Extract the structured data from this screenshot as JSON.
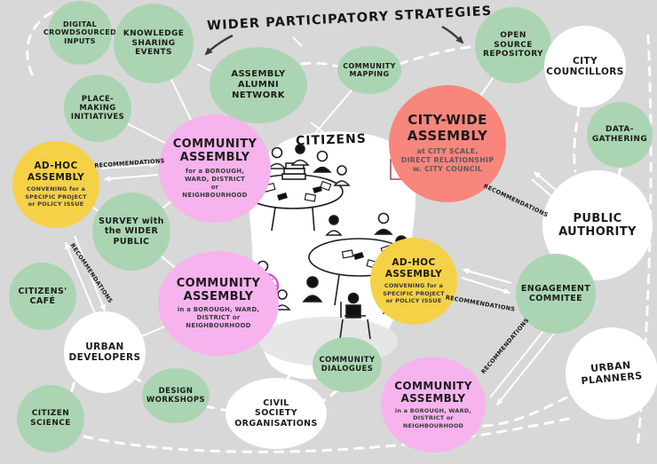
{
  "title": "WIDER PARTICIPATORY STRATEGIES",
  "center_label": "CITIZENS",
  "recommendations_label": "RECOMMENDATIONS",
  "colors": {
    "background": "#d8d8d8",
    "green_circle": "#abd5b2",
    "pink_circle": "#f6b3ee",
    "yellow_circle": "#f5d147",
    "red_circle": "#f8867c",
    "white_circle": "#ffffff",
    "ink": "#1b1b1b"
  },
  "nodes": [
    {
      "id": "digital-crowdsourced-inputs",
      "label": "DIGITAL\nCROWDSOURCED\nINPUTS"
    },
    {
      "id": "knowledge-sharing-events",
      "label": "KNOWLEDGE\nSHARING\nEVENTS"
    },
    {
      "id": "assembly-alumni-network",
      "label": "ASSEMBLY\nALUMNI\nNETWORK"
    },
    {
      "id": "place-making-initiatives",
      "label": "PLACE-\nMAKING\nINITIATIVES"
    },
    {
      "id": "community-mapping",
      "label": "COMMUNITY\nMAPPING"
    },
    {
      "id": "open-source-repository",
      "label": "OPEN\nSOURCE\nREPOSITORY"
    },
    {
      "id": "city-councillors",
      "label": "CITY\nCOUNCILLORS"
    },
    {
      "id": "data-gathering",
      "label": "DATA-\nGATHERING"
    },
    {
      "id": "ad-hoc-assembly-left",
      "label": "AD-HOC\nASSEMBLY",
      "sub": "CONVENING for a\nSPECIFIC PROJECT\nor POLICY ISSUE"
    },
    {
      "id": "community-assembly-top",
      "label": "COMMUNITY\nASSEMBLY",
      "sub": "for a BOROUGH,\nWARD, DISTRICT\nor\nNEIGHBOURHOOD"
    },
    {
      "id": "city-wide-assembly",
      "label": "CITY-WIDE\nASSEMBLY",
      "sub": "at CITY SCALE,\nDIRECT RELATIONSHIP\nw. CITY COUNCIL"
    },
    {
      "id": "public-authority",
      "label": "PUBLIC\nAUTHORITY"
    },
    {
      "id": "survey-with-the-wider-public",
      "label": "SURVEY with\nthe WIDER\nPUBLIC"
    },
    {
      "id": "citizens-cafe",
      "label": "CITIZENS'\nCAFÉ"
    },
    {
      "id": "urban-developers",
      "label": "URBAN\nDEVELOPERS"
    },
    {
      "id": "community-assembly-bottom-left",
      "label": "COMMUNITY\nASSEMBLY",
      "sub": "in a BOROUGH, WARD,\nDISTRICT or\nNEIGHBOURHOOD"
    },
    {
      "id": "engagement-commitee",
      "label": "ENGAGEMENT\nCOMMITEE"
    },
    {
      "id": "urban-planners",
      "label": "URBAN\nPLANNERS"
    },
    {
      "id": "ad-hoc-assembly-right",
      "label": "AD-HOC\nASSEMBLY",
      "sub": "CONVENING for a\nSPECIFIC PROJECT\nor POLICY ISSUE"
    },
    {
      "id": "community-dialogues",
      "label": "COMMUNITY\nDIALOGUES"
    },
    {
      "id": "citizen-science",
      "label": "CITIZEN\nSCIENCE"
    },
    {
      "id": "design-workshops",
      "label": "DESIGN\nWORKSHOPS"
    },
    {
      "id": "civil-society-organisations",
      "label": "CIVIL\nSOCIETY\nORGANISATIONS"
    },
    {
      "id": "community-assembly-bottom-right",
      "label": "COMMUNITY\nASSEMBLY",
      "sub": "in a BOROUGH, WARD,\nDISTRICT or\nNEIGHBOURHOOD"
    }
  ]
}
